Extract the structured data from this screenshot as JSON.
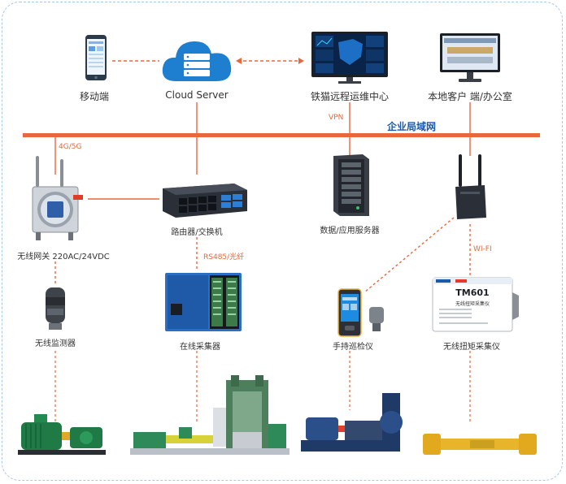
{
  "top": {
    "mobile_label": "移动端",
    "cloud_label": "Cloud Server",
    "remote_center_label": "铁猫远程运维中心",
    "local_client_label": "本地客户 端/办公室"
  },
  "network": {
    "lan_label": "企业局域网",
    "vpn_label": "VPN",
    "cellular_label": "4G/5G",
    "rs485_label": "RS485/光纤",
    "wifi_label": "WI-FI"
  },
  "devices": {
    "gateway_label": "无线网关 220AC/24VDC",
    "router_label": "路由器/交换机",
    "server_label": "数据/应用服务器",
    "sensor_label": "无线监测器",
    "collector_label": "在线采集器",
    "handheld_label": "手持巡检仪",
    "torque_label": "无线扭矩采集仪"
  },
  "torque_device": {
    "model": "TM601",
    "subtitle": "无线扭矩采集仪"
  },
  "colors": {
    "lan_bar": "#e8673b",
    "dashed_link": "#e8673b",
    "cloud": "#1e7fd0",
    "frame_border": "#a9c9e6",
    "lan_text": "#1a5aa8"
  }
}
